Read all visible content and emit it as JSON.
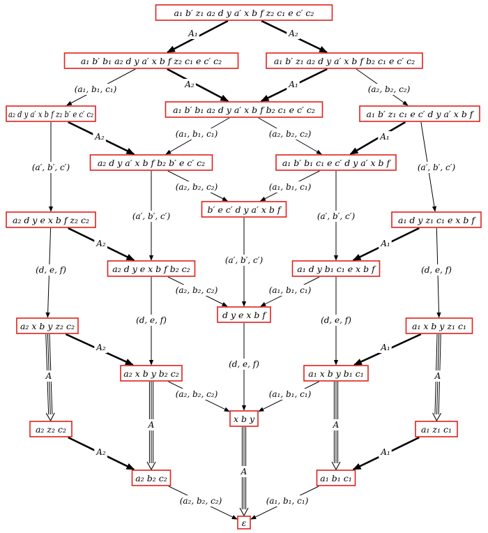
{
  "nodes": [
    {
      "id": "n0",
      "label": "a₁ b′ z₁ a₂ d y a′ x b f z₂ c₁ e c′ c₂"
    },
    {
      "id": "n1",
      "label": "a₁ b′ b₁ a₂ d y a′ x b f z₂ c₁ e c′ c₂"
    },
    {
      "id": "n2",
      "label": "a₁ b′ z₁ a₂ d y a′ x b f b₂ c₁ e c′ c₂"
    },
    {
      "id": "n3",
      "label": "a₂ d y a′ x b f z₂ b′ e c′ c₂"
    },
    {
      "id": "n4",
      "label": "a₁ b′ b₁ a₂ d y a′ x b f b₂ c₁ e c′ c₂"
    },
    {
      "id": "n5",
      "label": "a₁ b′ z₁ c₁ e c′ d y a′ x b f"
    },
    {
      "id": "n6",
      "label": "a₂ d y a′ x b f b₂ b′ e c′ c₂"
    },
    {
      "id": "n7",
      "label": "a₁ b′ b₁ c₁ e c′ d y a′ x b f"
    },
    {
      "id": "n8",
      "label": "b′ e c′ d y a′ x b f"
    },
    {
      "id": "n9",
      "label": "a₂ d y e x b f z₂ c₂"
    },
    {
      "id": "n10",
      "label": "a₁ d y z₁ c₁ e x b f"
    },
    {
      "id": "n11",
      "label": "a₂ d y e x b f b₂ c₂"
    },
    {
      "id": "n12",
      "label": "a₁ d y b₁ c₁ e x b f"
    },
    {
      "id": "n13",
      "label": "d y e x b f"
    },
    {
      "id": "n14",
      "label": "a₂ x b y z₂ c₂"
    },
    {
      "id": "n15",
      "label": "a₁ x b y z₁ c₁"
    },
    {
      "id": "n16",
      "label": "a₂ x b y b₂ c₂"
    },
    {
      "id": "n17",
      "label": "a₁ x b y b₁ c₁"
    },
    {
      "id": "n18",
      "label": "x b y"
    },
    {
      "id": "n19",
      "label": "a₂ z₂ c₂"
    },
    {
      "id": "n20",
      "label": "a₁ z₁ c₁"
    },
    {
      "id": "n21",
      "label": "a₂ b₂ c₂"
    },
    {
      "id": "n22",
      "label": "a₁ b₁ c₁"
    },
    {
      "id": "n23",
      "label": "ε"
    }
  ],
  "edges": [
    {
      "from": "n0",
      "to": "n1",
      "style": "thick",
      "label": "A₁"
    },
    {
      "from": "n0",
      "to": "n2",
      "style": "thick",
      "label": "A₂"
    },
    {
      "from": "n1",
      "to": "n3",
      "style": "thin",
      "label": "(a₁, b₁, c₁)"
    },
    {
      "from": "n1",
      "to": "n4",
      "style": "thick",
      "label": "A₂"
    },
    {
      "from": "n2",
      "to": "n4",
      "style": "thick",
      "label": "A₁"
    },
    {
      "from": "n2",
      "to": "n5",
      "style": "thin",
      "label": "(a₂, b₂, c₂)"
    },
    {
      "from": "n3",
      "to": "n6",
      "style": "thick",
      "label": "A₂"
    },
    {
      "from": "n3",
      "to": "n9",
      "style": "thin",
      "label": "(a′, b′, c′)"
    },
    {
      "from": "n4",
      "to": "n6",
      "style": "thin",
      "label": "(a₁, b₁, c₁)"
    },
    {
      "from": "n4",
      "to": "n7",
      "style": "thin",
      "label": "(a₂, b₂, c₂)"
    },
    {
      "from": "n5",
      "to": "n7",
      "style": "thick",
      "label": "A₁"
    },
    {
      "from": "n5",
      "to": "n10",
      "style": "thin",
      "label": "(a′, b′, c′)"
    },
    {
      "from": "n6",
      "to": "n8",
      "style": "thin",
      "label": "(a₂, b₂, c₂)"
    },
    {
      "from": "n6",
      "to": "n11",
      "style": "thin",
      "label": "(a′, b′, c′)"
    },
    {
      "from": "n7",
      "to": "n8",
      "style": "thin",
      "label": "(a₁, b₁, c₁)"
    },
    {
      "from": "n7",
      "to": "n12",
      "style": "thin",
      "label": "(a′, b′, c′)"
    },
    {
      "from": "n8",
      "to": "n13",
      "style": "thin",
      "label": "(a′, b′, c′)"
    },
    {
      "from": "n9",
      "to": "n11",
      "style": "thick",
      "label": "A₂"
    },
    {
      "from": "n9",
      "to": "n14",
      "style": "thin",
      "label": "(d, e, f)"
    },
    {
      "from": "n10",
      "to": "n12",
      "style": "thick",
      "label": "A₁"
    },
    {
      "from": "n10",
      "to": "n15",
      "style": "thin",
      "label": "(d, e, f)"
    },
    {
      "from": "n11",
      "to": "n13",
      "style": "thin",
      "label": "(a₂, b₂, c₂)"
    },
    {
      "from": "n11",
      "to": "n16",
      "style": "thin",
      "label": "(d, e, f)"
    },
    {
      "from": "n12",
      "to": "n13",
      "style": "thin",
      "label": "(a₁, b₁, c₁)"
    },
    {
      "from": "n12",
      "to": "n17",
      "style": "thin",
      "label": "(d, e, f)"
    },
    {
      "from": "n13",
      "to": "n18",
      "style": "thin",
      "label": "(d, e, f)"
    },
    {
      "from": "n14",
      "to": "n16",
      "style": "thick",
      "label": "A₂"
    },
    {
      "from": "n14",
      "to": "n19",
      "style": "triple",
      "label": "A"
    },
    {
      "from": "n15",
      "to": "n17",
      "style": "thick",
      "label": "A₁"
    },
    {
      "from": "n15",
      "to": "n20",
      "style": "triple",
      "label": "A"
    },
    {
      "from": "n16",
      "to": "n18",
      "style": "thin",
      "label": "(a₂, b₂, c₂)"
    },
    {
      "from": "n16",
      "to": "n21",
      "style": "triple",
      "label": "A"
    },
    {
      "from": "n17",
      "to": "n18",
      "style": "thin",
      "label": "(a₁, b₁, c₁)"
    },
    {
      "from": "n17",
      "to": "n22",
      "style": "triple",
      "label": "A"
    },
    {
      "from": "n18",
      "to": "n23",
      "style": "triple",
      "label": "A"
    },
    {
      "from": "n19",
      "to": "n21",
      "style": "thick",
      "label": "A₂"
    },
    {
      "from": "n20",
      "to": "n22",
      "style": "thick",
      "label": "A₁"
    },
    {
      "from": "n21",
      "to": "n23",
      "style": "thin",
      "label": "(a₂, b₂, c₂)"
    },
    {
      "from": "n22",
      "to": "n23",
      "style": "thin",
      "label": "(a₁, b₁, c₁)"
    }
  ]
}
